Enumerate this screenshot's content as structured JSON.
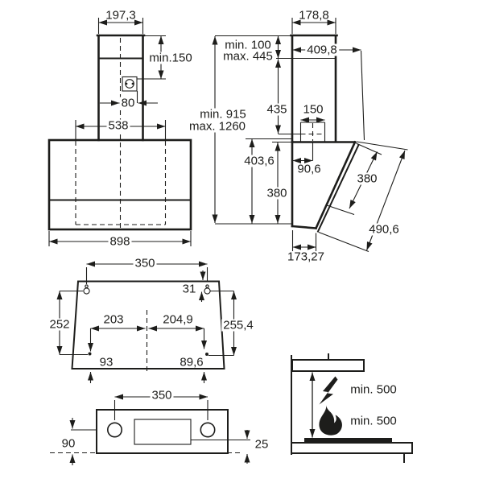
{
  "diagram": {
    "title": "Cooker hood installation dimensions",
    "colors": {
      "line": "#1d1d1b",
      "background": "#ffffff"
    },
    "icons": {
      "socket": "power-socket",
      "electric_hob": "lightning-bolt",
      "gas_hob": "flame"
    },
    "front_view": {
      "chimney_width": "197,3",
      "chimney_min_height": "min.150",
      "socket_offset": "80",
      "bracket_width": "538",
      "hood_width": "898"
    },
    "side_view": {
      "chimney_depth": "178,8",
      "telescopic_min": "min. 100",
      "telescopic_max": "max. 445",
      "top_depth": "409,8",
      "overall_min": "min. 915",
      "overall_max": "max. 1260",
      "lower_chimney_height": "435",
      "duct_width": "150",
      "body_height": "403,6",
      "duct_offset": "90,6",
      "front_edge_height": "380",
      "panel_length": "380",
      "panel_diagonal": "490,6",
      "bottom_depth": "173,27"
    },
    "mounting_view": {
      "keyhole_spacing": "350",
      "keyhole_top_offset": "31",
      "left_height": "252",
      "right_height": "255,4",
      "left_center_offset": "203",
      "right_center_offset": "204,9",
      "left_bottom_offset": "93",
      "right_bottom_offset": "89,6"
    },
    "bottom_view": {
      "hole_spacing": "350",
      "left_offset": "90",
      "right_offset": "25"
    },
    "clearance_view": {
      "electric_min": "min. 500",
      "gas_min": "min. 500"
    }
  }
}
